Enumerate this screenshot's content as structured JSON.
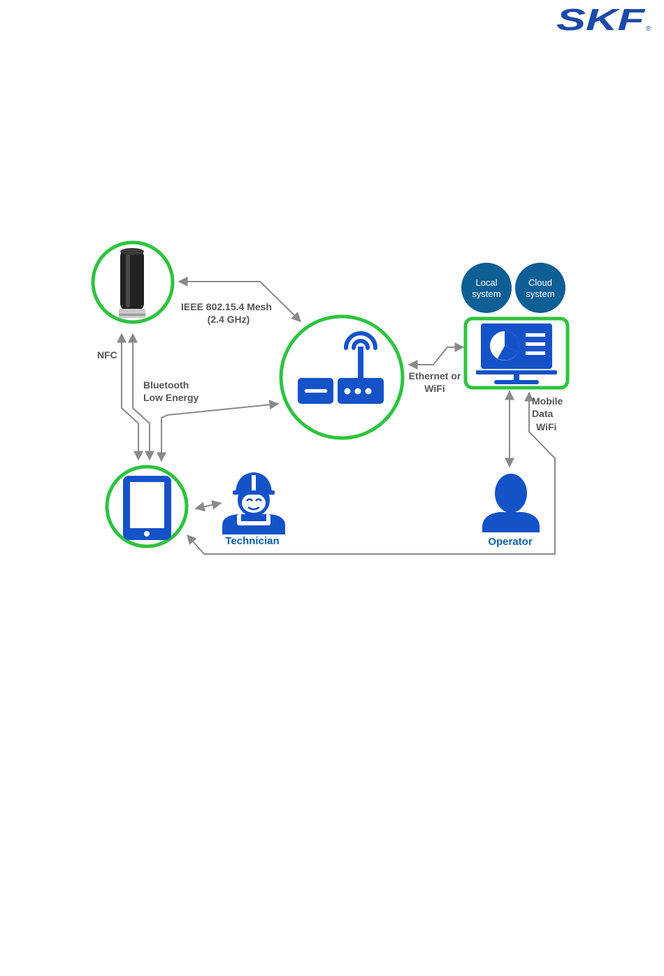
{
  "brand": {
    "logo_text": "SKF",
    "registered_mark": "®",
    "color": "#1a4ba8"
  },
  "colors": {
    "icon_blue": "#1452c8",
    "ring_green": "#2ec33f",
    "cloud_teal": "#0d5f96",
    "wire_grey": "#8a8a8a",
    "label_grey": "#555555",
    "role_blue": "#0d5fa8"
  },
  "nodes": {
    "sensor": {
      "icon": "wireless-sensor-icon"
    },
    "gateway": {
      "icon": "router-icon"
    },
    "dashboard": {
      "icon": "monitor-dashboard-icon"
    },
    "tablet": {
      "icon": "tablet-icon"
    },
    "local_system": {
      "line1": "Local",
      "line2": "system"
    },
    "cloud_system": {
      "line1": "Cloud",
      "line2": "system"
    },
    "technician": {
      "label": "Technician",
      "icon": "technician-hardhat-icon"
    },
    "operator": {
      "label": "Operator",
      "icon": "operator-user-icon"
    }
  },
  "links": {
    "mesh": {
      "line1": "IEEE 802.15.4 Mesh",
      "line2": "(2.4 GHz)"
    },
    "nfc": {
      "label": "NFC"
    },
    "ble": {
      "line1": "Bluetooth",
      "line2": "Low Energy"
    },
    "ethernet": {
      "line1": "Ethernet or",
      "line2": "WiFi"
    },
    "mobile": {
      "line1": "Mobile",
      "line2": "Data",
      "line3": "WiFi"
    }
  }
}
